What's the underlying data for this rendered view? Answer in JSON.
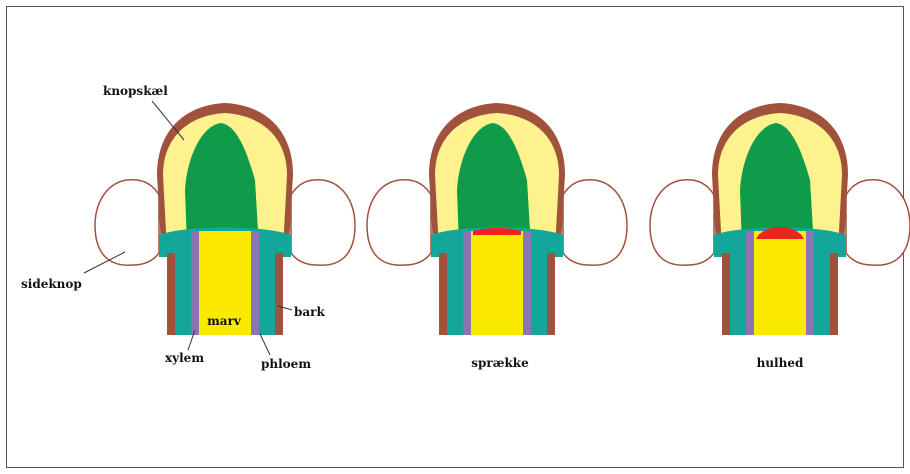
{
  "labels": {
    "bud_scale": "knopskæl",
    "side_bud": "sideknop",
    "bark": "bark",
    "pith": "marv",
    "xylem": "xylem",
    "phloem": "phloem"
  },
  "stages": [
    {
      "id": "normal",
      "caption": ""
    },
    {
      "id": "crack",
      "caption": "sprække"
    },
    {
      "id": "hollow",
      "caption": "hulhed"
    }
  ],
  "colors": {
    "frame": "#555555",
    "bud_scale": "#a0523c",
    "yellow_tissue": "#fdf28e",
    "green_core": "#109b4a",
    "teal": "#12a79a",
    "pith": "#fbea00",
    "vascular_purple": "#8c75b4",
    "defect": "#ee2222",
    "side_bud_outline": "#a0523c"
  }
}
